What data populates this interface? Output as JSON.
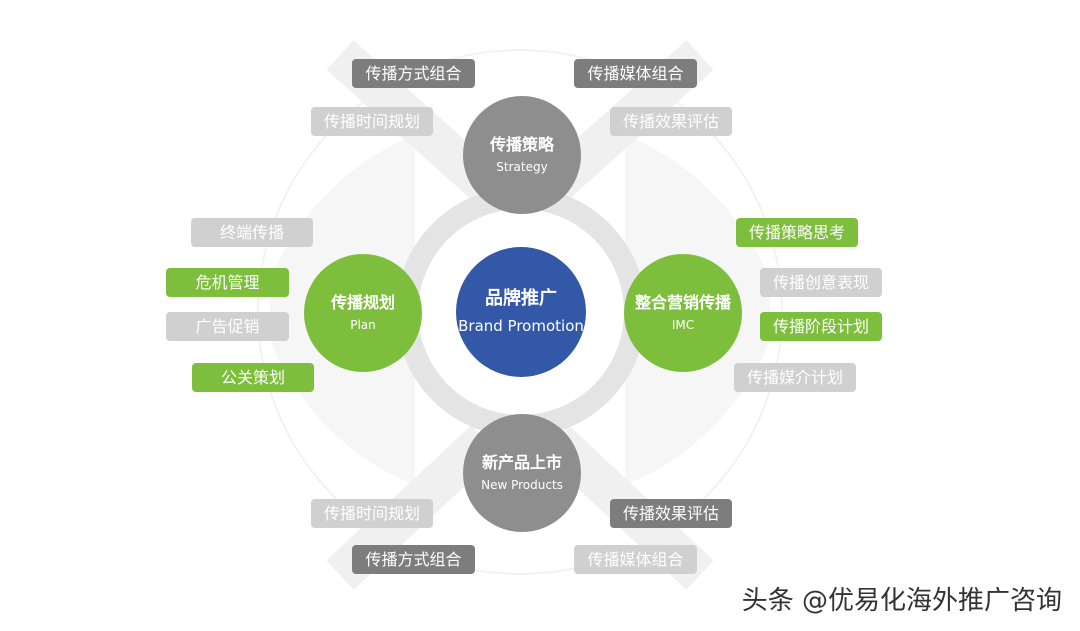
{
  "center": {
    "title": "品牌推广",
    "subtitle": "Brand Promotion"
  },
  "nodes": {
    "top": {
      "title": "传播策略",
      "subtitle": "Strategy"
    },
    "left": {
      "title": "传播规划",
      "subtitle": "Plan"
    },
    "right": {
      "title": "整合营销传播",
      "subtitle": "IMC"
    },
    "bottom": {
      "title": "新产品上市",
      "subtitle": "New Products"
    }
  },
  "tags": {
    "top_left_1": "传播方式组合",
    "top_left_2": "传播时间规划",
    "top_right_1": "传播媒体组合",
    "top_right_2": "传播效果评估",
    "left_1": "终端传播",
    "left_2": "危机管理",
    "left_3": "广告促销",
    "left_4": "公关策划",
    "right_1": "传播策略思考",
    "right_2": "传播创意表现",
    "right_3": "传播阶段计划",
    "right_4": "传播媒介计划",
    "bottom_left_1": "传播时间规划",
    "bottom_left_2": "传播方式组合",
    "bottom_right_1": "传播效果评估",
    "bottom_right_2": "传播媒体组合"
  },
  "watermark": "头条 @优易化海外推广咨询",
  "colors": {
    "center": "#3358a8",
    "green": "#7dbf3c",
    "gray_node": "#8e8e8e",
    "tag_dark": "#7d7d7d",
    "tag_light": "#d0d0d0",
    "ring": "#e4e4e4"
  }
}
